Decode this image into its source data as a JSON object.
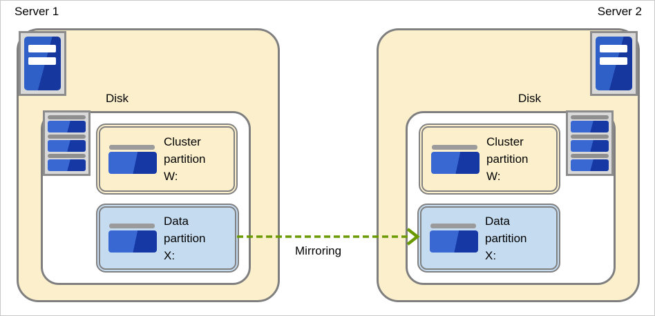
{
  "servers": [
    {
      "label": "Server 1",
      "disk_label": "Disk",
      "partitions": [
        {
          "name": "cluster-partition",
          "drive": "W:",
          "lines": [
            "Cluster",
            "partition",
            "W:"
          ]
        },
        {
          "name": "data-partition",
          "drive": "X:",
          "lines": [
            "Data",
            "partition",
            "X:"
          ]
        }
      ]
    },
    {
      "label": "Server 2",
      "disk_label": "Disk",
      "partitions": [
        {
          "name": "cluster-partition",
          "drive": "W:",
          "lines": [
            "Cluster",
            "partition",
            "W:"
          ]
        },
        {
          "name": "data-partition",
          "drive": "X:",
          "lines": [
            "Data",
            "partition",
            "X:"
          ]
        }
      ]
    }
  ],
  "mirroring": {
    "label": "Mirroring",
    "direction": "left-to-right",
    "from": "Server 1 data partition X:",
    "to": "Server 2 data partition X:"
  },
  "icons": {
    "server_icon": "tower-server",
    "disk_icon": "disk-stack",
    "partition_icon": "disk-platter"
  },
  "colors": {
    "server_fill": "#FCF0CC",
    "cluster_partition_fill": "#FCF0CC",
    "data_partition_fill": "#C5DBF0",
    "box_border": "#7F7F7F",
    "icon_frame_fill": "#D9D9D9",
    "icon_blue_light": "#3A68D2",
    "icon_blue_dark": "#1638A5",
    "arrow_green": "#6A9A00"
  }
}
